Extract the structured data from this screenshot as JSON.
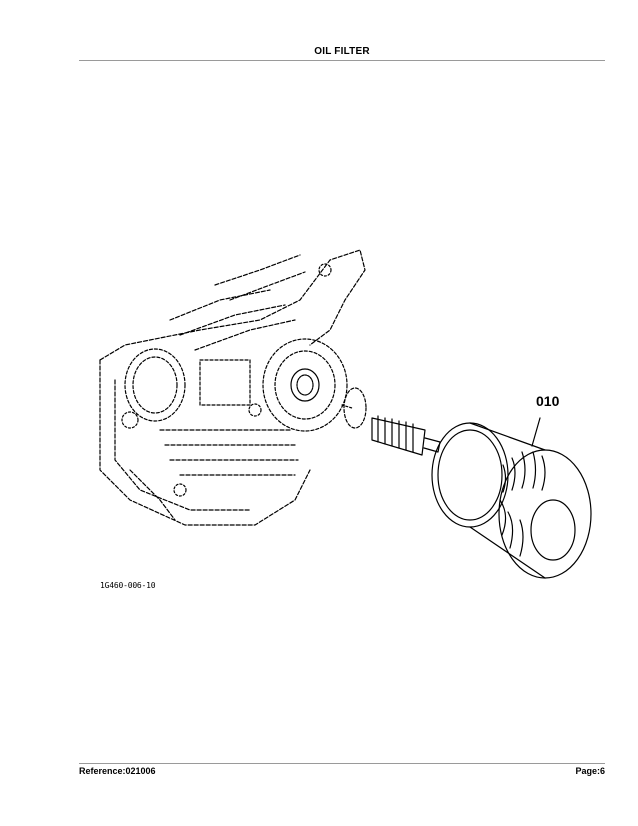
{
  "header": {
    "title": "OIL FILTER"
  },
  "figure": {
    "callout_label": "010",
    "figure_code": "1G460-006-10",
    "part_icon": "oil-filter-exploded-diagram"
  },
  "footer": {
    "reference": "Reference:021006",
    "page": "Page:6"
  }
}
